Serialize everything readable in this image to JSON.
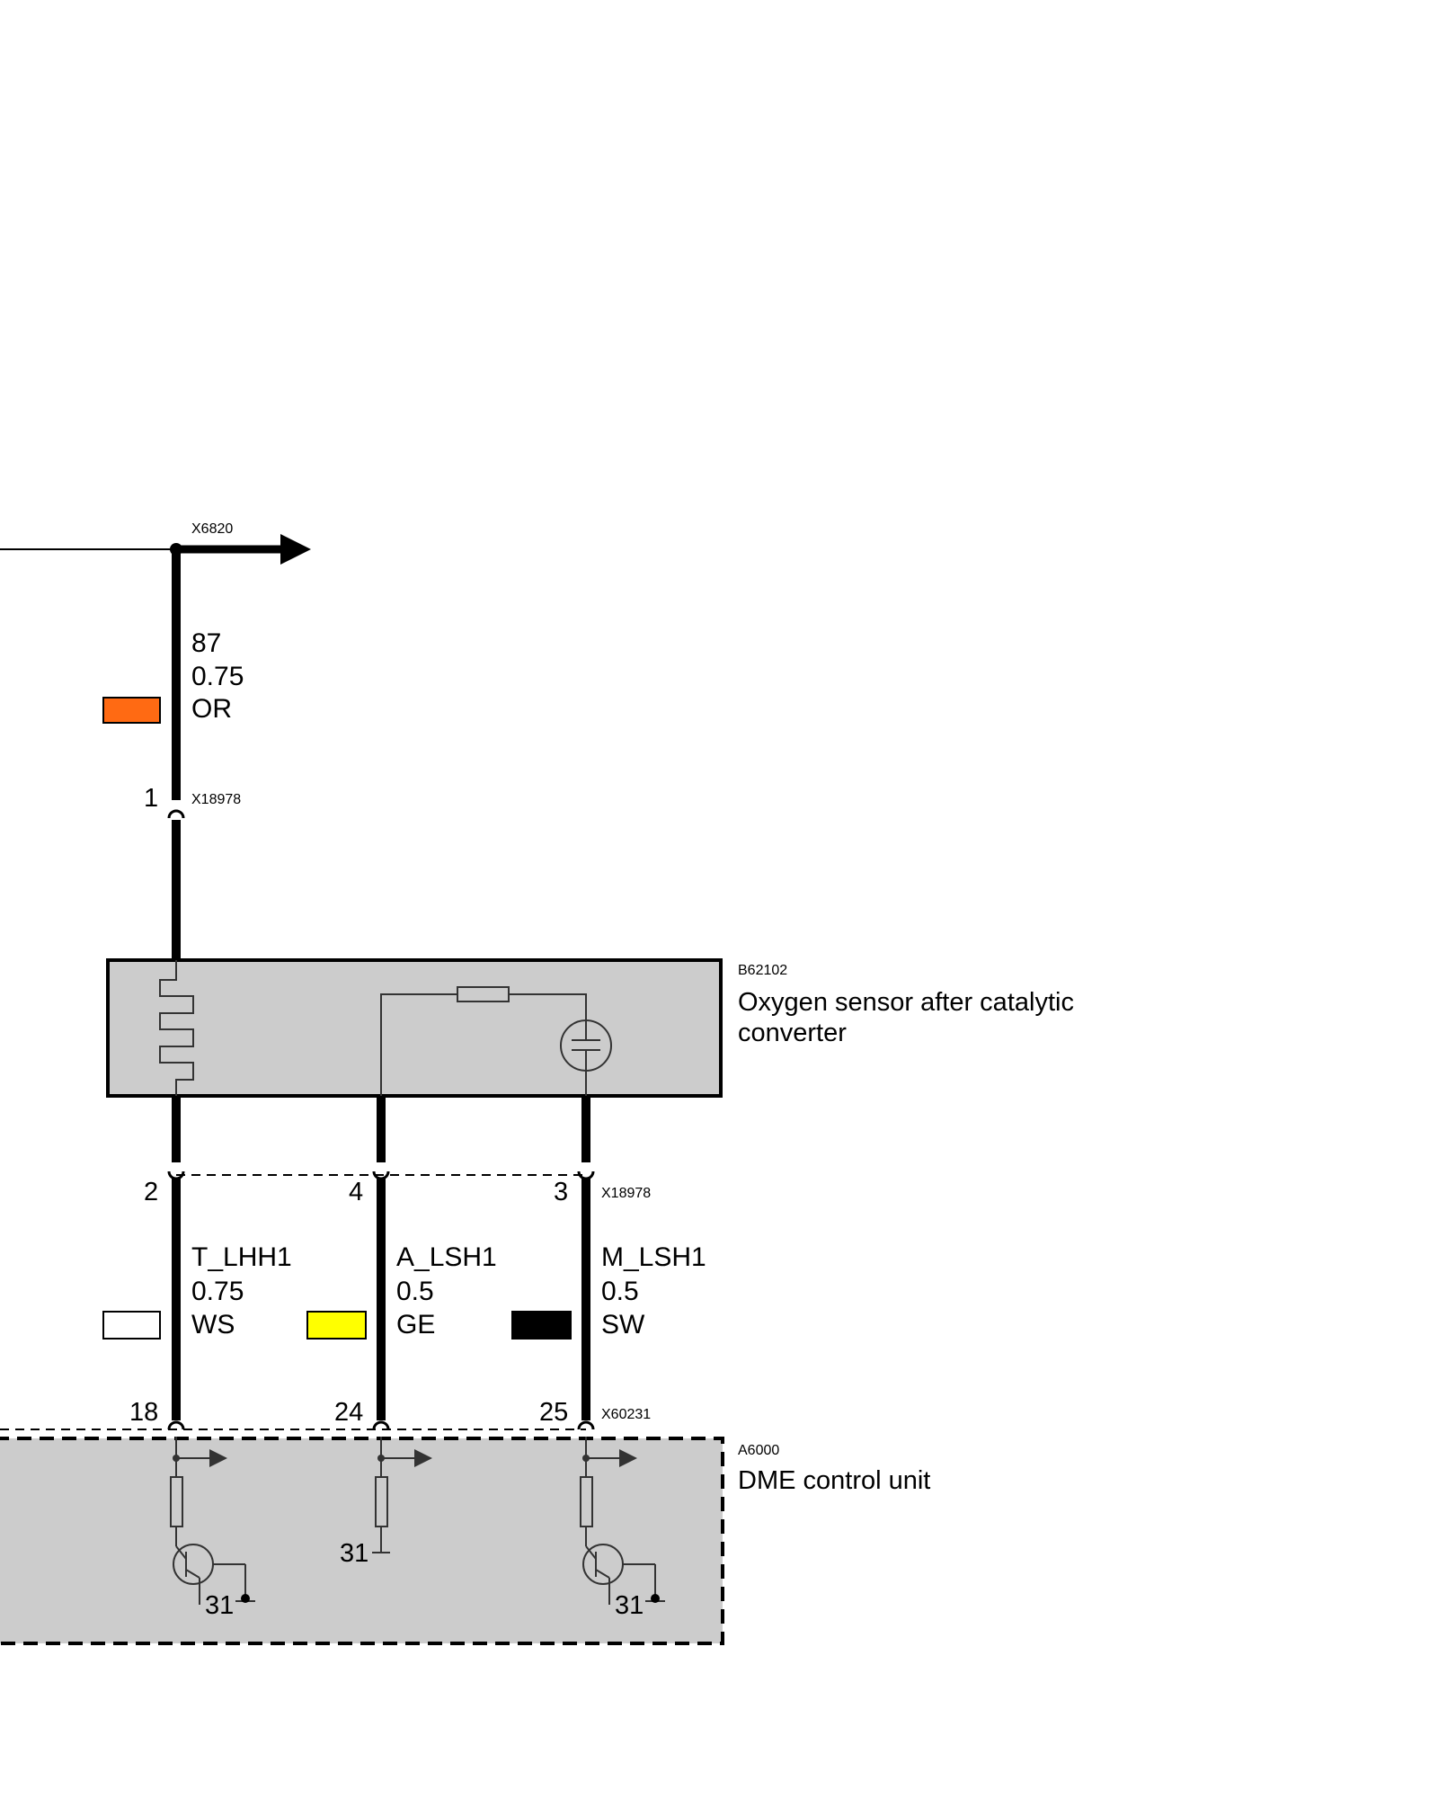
{
  "connectors": {
    "top_node": "X6820",
    "sensor_connector": "X18978",
    "sensor_connector_lower": "X18978",
    "dme_connector": "X60231"
  },
  "top_wire": {
    "signal": "87",
    "size": "0.75",
    "color_code": "OR",
    "color_hex": "#ff6a13",
    "pin": "1"
  },
  "sensor": {
    "id": "B62102",
    "name_line1": "Oxygen sensor after catalytic",
    "name_line2": "converter",
    "fill": "#cccccc"
  },
  "lower_wires": [
    {
      "pin": "2",
      "signal": "T_LHH1",
      "size": "0.75",
      "color_code": "WS",
      "color_hex": "#ffffff",
      "dme_pin": "18"
    },
    {
      "pin": "4",
      "signal": "A_LSH1",
      "size": "0.5",
      "color_code": "GE",
      "color_hex": "#ffff00",
      "dme_pin": "24"
    },
    {
      "pin": "3",
      "signal": "M_LSH1",
      "size": "0.5",
      "color_code": "SW",
      "color_hex": "#000000",
      "dme_pin": "25"
    }
  ],
  "dme": {
    "id": "A6000",
    "name": "DME control unit",
    "fill": "#cccccc",
    "ground_labels": [
      "31",
      "31",
      "31"
    ]
  }
}
